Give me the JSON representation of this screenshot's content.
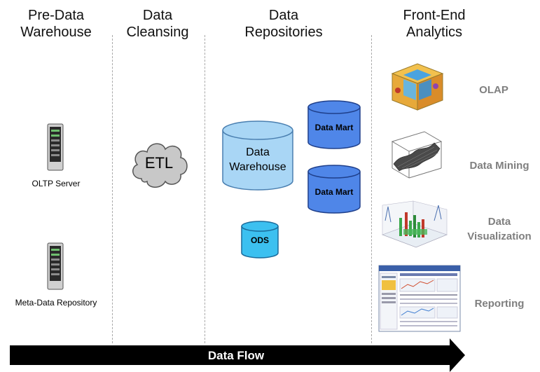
{
  "columns": [
    {
      "title": "Pre-Data\nWarehouse"
    },
    {
      "title": "Data\nCleansing"
    },
    {
      "title": "Data\nRepositories"
    },
    {
      "title": "Front-End\nAnalytics"
    }
  ],
  "servers": {
    "oltp": "OLTP Server",
    "meta": "Meta-Data Repository"
  },
  "etl": "ETL",
  "repositories": {
    "warehouse": "Data\nWarehouse",
    "mart1": "Data Mart",
    "mart2": "Data Mart",
    "ods": "ODS"
  },
  "analytics": [
    {
      "label": "OLAP",
      "icon": "olap-cube-icon"
    },
    {
      "label": "Data Mining",
      "icon": "surface-plot-icon"
    },
    {
      "label": "Data\nVisualization",
      "icon": "3d-bar-chart-icon"
    },
    {
      "label": "Reporting",
      "icon": "report-screenshot-icon"
    }
  ],
  "flow": {
    "label": "Data Flow"
  },
  "colors": {
    "cylinder_fill": "#a9d6f5",
    "mart_fill": "#4f86e8",
    "ods_fill": "#3cc0f0",
    "arrow": "#000000"
  }
}
